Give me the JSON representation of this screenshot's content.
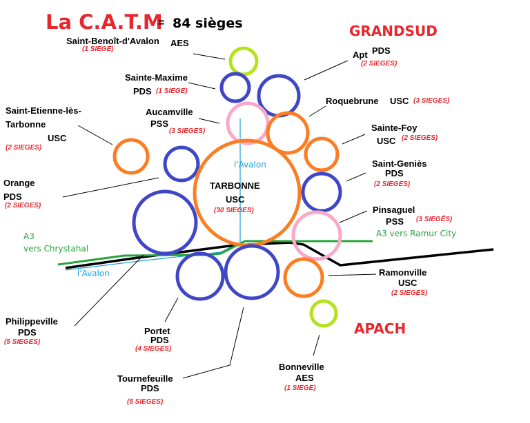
{
  "header": {
    "title": "La C.A.T.M",
    "equals": "=",
    "total_seats": "84 sièges"
  },
  "regions": {
    "north": "GRANDSUD",
    "south": "APACH"
  },
  "colors": {
    "USC": "#fb7d24",
    "PDS": "#3f47c6",
    "PSS": "#f8a9c9",
    "AES": "#b5e21f",
    "title_red": "#e8262b",
    "road_green": "#27a33b",
    "road_black": "#000000",
    "road_blue": "#1ba0d8"
  },
  "communes": [
    {
      "id": "saint-benoit",
      "name": "Saint-Benoît-d'Avalon",
      "party": "AES",
      "seats_label": "(1 SIEGE)",
      "seats": 1
    },
    {
      "id": "sainte-maxime",
      "name": "Sainte-Maxime",
      "party": "PDS",
      "seats_label": "(1 SIEGE)",
      "seats": 1
    },
    {
      "id": "apt",
      "name": "Apt",
      "party": "PDS",
      "seats_label": "(2 SIEGES)",
      "seats": 2
    },
    {
      "id": "aucamville",
      "name": "Aucamville",
      "party": "PSS",
      "seats_label": "(3 SIEGES)",
      "seats": 3
    },
    {
      "id": "roquebrune",
      "name": "Roquebrune",
      "party": "USC",
      "seats_label": "(3 SIEGES)",
      "seats": 3
    },
    {
      "id": "saint-etienne",
      "name_line1": "Saint-Etienne-lès-",
      "name_line2": "Tarbonne",
      "party": "USC",
      "seats_label": "(2 SIEGES)",
      "seats": 2
    },
    {
      "id": "sainte-foy",
      "name": "Sainte-Foy",
      "party": "USC",
      "seats_label": "(2 SIEGES)",
      "seats": 2
    },
    {
      "id": "orange",
      "name": "Orange",
      "party": "PDS",
      "seats_label": "(2 SIEGES)",
      "seats": 2
    },
    {
      "id": "tarbonne",
      "name": "TARBONNE",
      "party": "USC",
      "seats_label": "(30 SIEGES)",
      "seats": 30
    },
    {
      "id": "saint-genies",
      "name": "Saint-Geniès",
      "party": "PDS",
      "seats_label": "(2 SIEGES)",
      "seats": 2
    },
    {
      "id": "philippeville",
      "name": "Philippeville",
      "party": "PDS",
      "seats_label": "(5 SIEGES)",
      "seats": 5
    },
    {
      "id": "pinsaguel",
      "name": "Pinsaguel",
      "party": "PSS",
      "seats_label": "(3 SIEGĒS)",
      "seats": 3
    },
    {
      "id": "portet",
      "name": "Portet",
      "party": "PDS",
      "seats_label": "(4 SIEGES)",
      "seats": 4
    },
    {
      "id": "tournefeuille",
      "name": "Tournefeuille",
      "party": "PDS",
      "seats_label": "(5 SIEGES)",
      "seats": 5
    },
    {
      "id": "ramonville",
      "name": "Ramonville",
      "party": "USC",
      "seats_label": "(2 SIEGES)",
      "seats": 2
    },
    {
      "id": "bonneville",
      "name": "Bonneville",
      "party": "AES",
      "seats_label": "(1 SIEGE)",
      "seats": 1
    }
  ],
  "roads": {
    "a3_west_line1": "A3",
    "a3_west_line2": "vers Chrystahal",
    "a3_east": "A3 vers Ramur City",
    "river_north": "l'Avalon",
    "river_west": "l'Avalon"
  }
}
